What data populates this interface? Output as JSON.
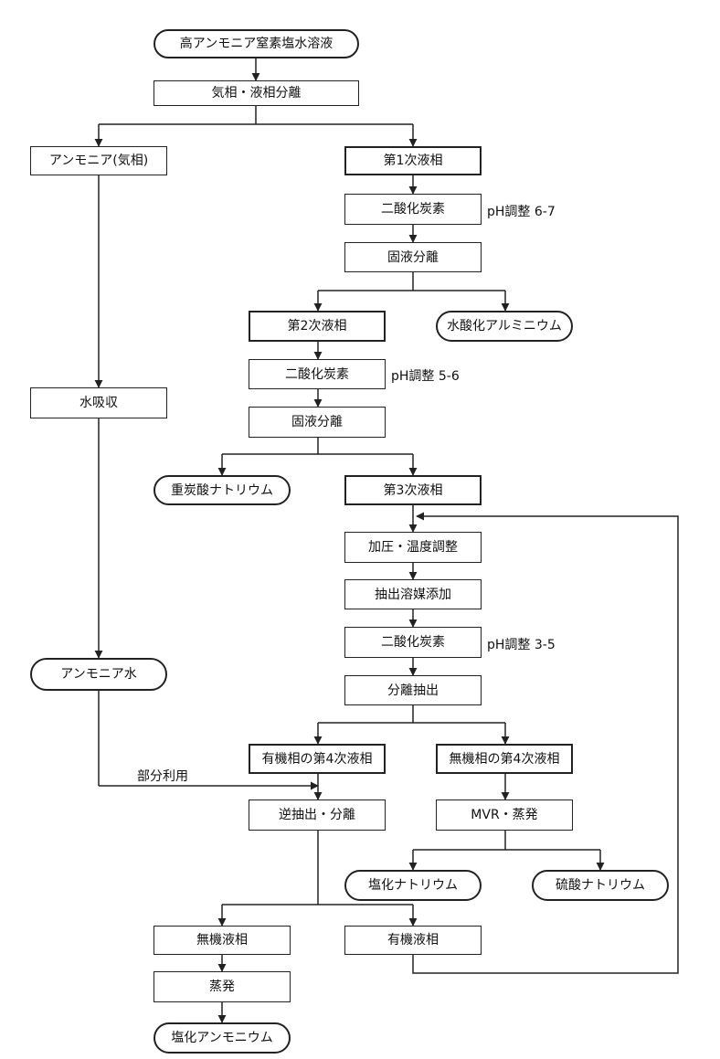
{
  "nodes": {
    "start": "高アンモニア窒素塩水溶液",
    "gas_liquid_sep": "気相・液相分離",
    "ammonia_gas": "アンモニア(気相)",
    "liquid1": "第1次液相",
    "co2_1": "二酸化炭素",
    "solid_liquid_sep1": "固液分離",
    "liquid2": "第2次液相",
    "al_hydroxide": "水酸化アルミニウム",
    "co2_2": "二酸化炭素",
    "solid_liquid_sep2": "固液分離",
    "water_absorption": "水吸収",
    "sodium_bicarbonate": "重炭酸ナトリウム",
    "liquid3": "第3次液相",
    "pressure_temp_adjust": "加圧・温度調整",
    "extract_solvent_add": "抽出溶媒添加",
    "co2_3": "二酸化炭素",
    "separation_extraction": "分離抽出",
    "ammonia_water": "アンモニア水",
    "organic_liquid4": "有機相の第4次液相",
    "inorganic_liquid4": "無機相の第4次液相",
    "back_extraction": "逆抽出・分離",
    "mvr_evaporation": "MVR・蒸発",
    "sodium_chloride": "塩化ナトリウム",
    "sodium_sulfate": "硫酸ナトリウム",
    "inorganic_liquid": "無機液相",
    "organic_liquid": "有機液相",
    "evaporation": "蒸発",
    "ammonium_chloride": "塩化アンモニウム"
  },
  "annotations": {
    "ph_adjust_1": "pH調整 6-7",
    "ph_adjust_2": "pH調整 5-6",
    "ph_adjust_3": "pH調整 3-5",
    "partial_use": "部分利用"
  }
}
